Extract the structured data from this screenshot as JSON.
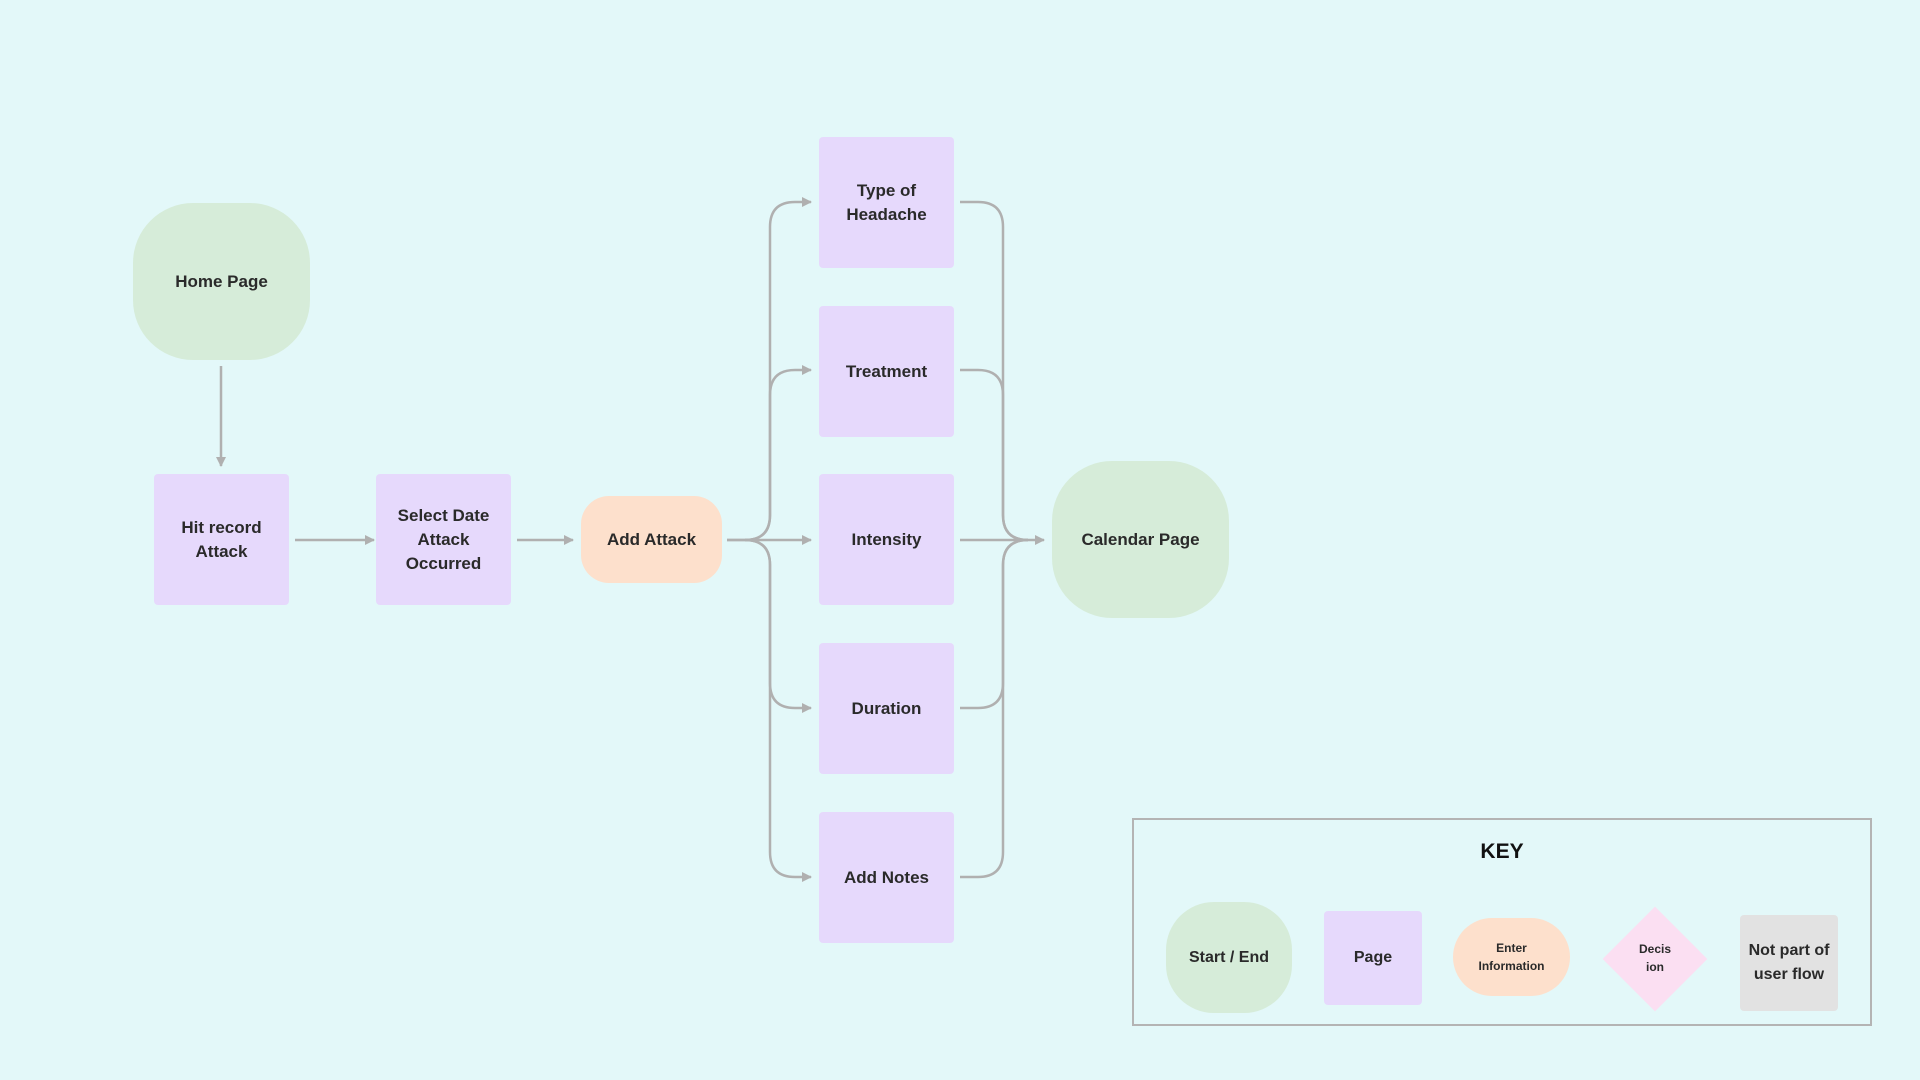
{
  "colors": {
    "background": "#e3f8f9",
    "start_end": "#d6ecd9",
    "page": "#e6d9fc",
    "enter_information": "#fde0cc",
    "decision": "#fbdff2",
    "not_part_of_flow": "#e2e2e2",
    "connector": "#b0b0b0"
  },
  "nodes": {
    "home_page": "Home Page",
    "hit_record_attack": "Hit record\nAttack",
    "select_date": "Select Date\nAttack\nOccurred",
    "add_attack": "Add Attack",
    "type_of_headache": "Type of\nHeadache",
    "treatment": "Treatment",
    "intensity": "Intensity",
    "duration": "Duration",
    "add_notes": "Add Notes",
    "calendar_page": "Calendar Page"
  },
  "key": {
    "title": "KEY",
    "start_end": "Start / End",
    "page": "Page",
    "enter_information": "Enter\nInformation",
    "decision": "Decis\nion",
    "not_part_of_flow": "Not part of\nuser flow"
  }
}
